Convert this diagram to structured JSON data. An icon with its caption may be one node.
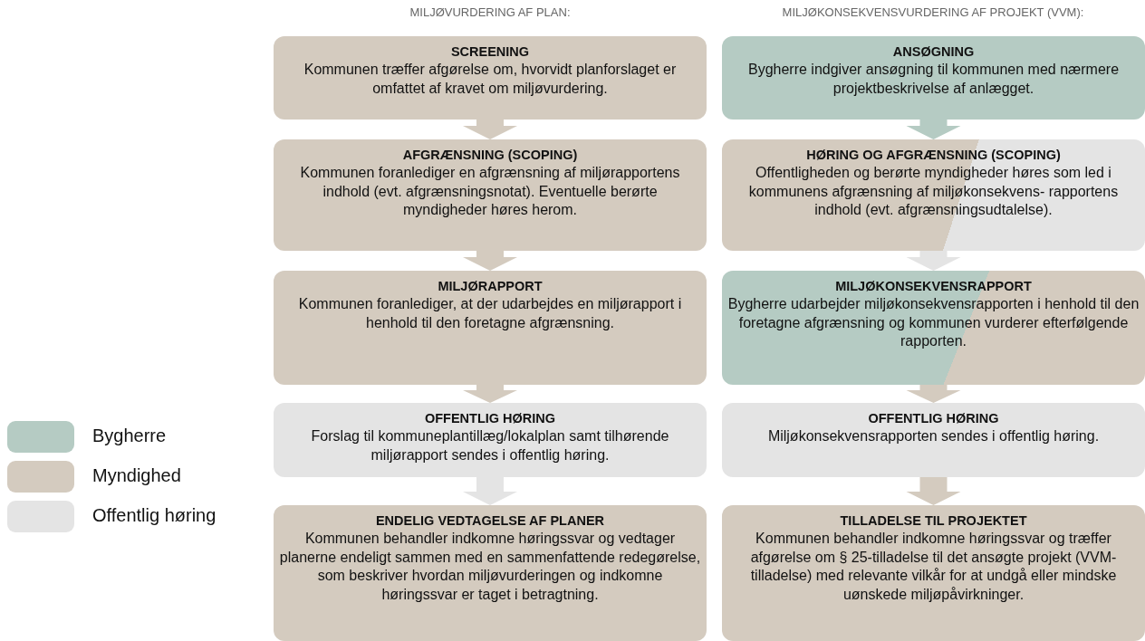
{
  "diagram": {
    "nodes": [
      {
        "text": [
          "SCREENING",
          "Kommunen træffer afgørelse om, hvorvidt planforslaget er omfattet af kravet om miljøvurdering."
        ]
      },
      {
        "text": [
          "AFGRÆNSNING (SCOPING)",
          "Kommunen foranlediger en afgrænsning af miljørapportens indhold (evt. afgrænsningsnotat). Eventuelle berørte myndigheder høres herom."
        ]
      },
      {
        "text": [
          "MILJØRAPPORT",
          "Kommunen foranlediger, at der udarbejdes en miljørapport i henhold til den foretagne afgrænsning."
        ]
      },
      {
        "text": [
          "OFFENTLIG HØRING",
          "Forslag til kommuneplantillæg/lokalplan samt tilhørende miljørapport sendes i offentlig høring."
        ]
      },
      {
        "text": [
          "ENDELIG VEDTAGELSE AF PLANER",
          "Kommunen behandler indkomne høringssvar og vedtager planerne endeligt sammen med en sammenfattende redegørelse, som beskriver hvordan miljøvurderingen og indkomne høringssvar er taget i betragtning."
        ]
      },
      {
        "text": [
          "ANSØGNING",
          "Bygherre indgiver ansøgning til kommunen med nærmere projektbeskrivelse af anlægget."
        ]
      },
      {
        "text": [
          "HØRING OG AFGRÆNSNING (SCOPING)",
          "Offentligheden og berørte myndigheder høres som led i kommunens afgrænsning af miljøkonsekvens- rapportens indhold (evt. afgrænsningsudtalelse)."
        ]
      },
      {
        "text": [
          "MILJØKONSEKVENSRAPPORT",
          "Bygherre udarbejder miljøkonsekvensrapporten i henhold til den foretagne afgrænsning og kommunen vurderer efterfølgende rapporten."
        ]
      },
      {
        "text": [
          "OFFENTLIG HØRING",
          "Miljøkonsekvensrapporten sendes i offentlig høring."
        ]
      },
      {
        "text": [
          "TILLADELSE TIL PROJEKTET",
          "Kommunen behandler indkomne høringssvar og træffer afgørelse om § 25-tilladelse til det ansøgte projekt (VVM-tilladelse) med relevante vilkår for at undgå eller mindske uønskede miljøpåvirkninger."
        ]
      }
    ],
    "edges": [
      {
        "from": 0,
        "to": 1,
        "arrow": "to"
      },
      {
        "from": 1,
        "to": 2,
        "arrow": "to"
      },
      {
        "from": 2,
        "to": 3,
        "arrow": "to"
      },
      {
        "from": 3,
        "to": 4,
        "arrow": "to",
        "color": "#e4e4e4"
      },
      {
        "from": 5,
        "to": 6,
        "arrow": "to",
        "color": "#b5cbc3"
      },
      {
        "from": 6,
        "to": 7,
        "arrow": "to",
        "color": "#e4e4e4"
      },
      {
        "from": 7,
        "to": 8,
        "arrow": "to"
      },
      {
        "from": 8,
        "to": 9,
        "arrow": "to"
      }
    ],
    "labels": [
      "MILJØVURDERING AF PLAN:",
      "MILJØKONSEKVENSVURDERING AF PROJEKT (VVM):"
    ],
    "legend": [
      {
        "text": "Bygherre",
        "color": "#b5cbc3"
      },
      {
        "text": "Myndighed",
        "color": "#d4cbbf"
      },
      {
        "text": "Offentlig høring",
        "color": "#e4e4e4"
      }
    ]
  }
}
